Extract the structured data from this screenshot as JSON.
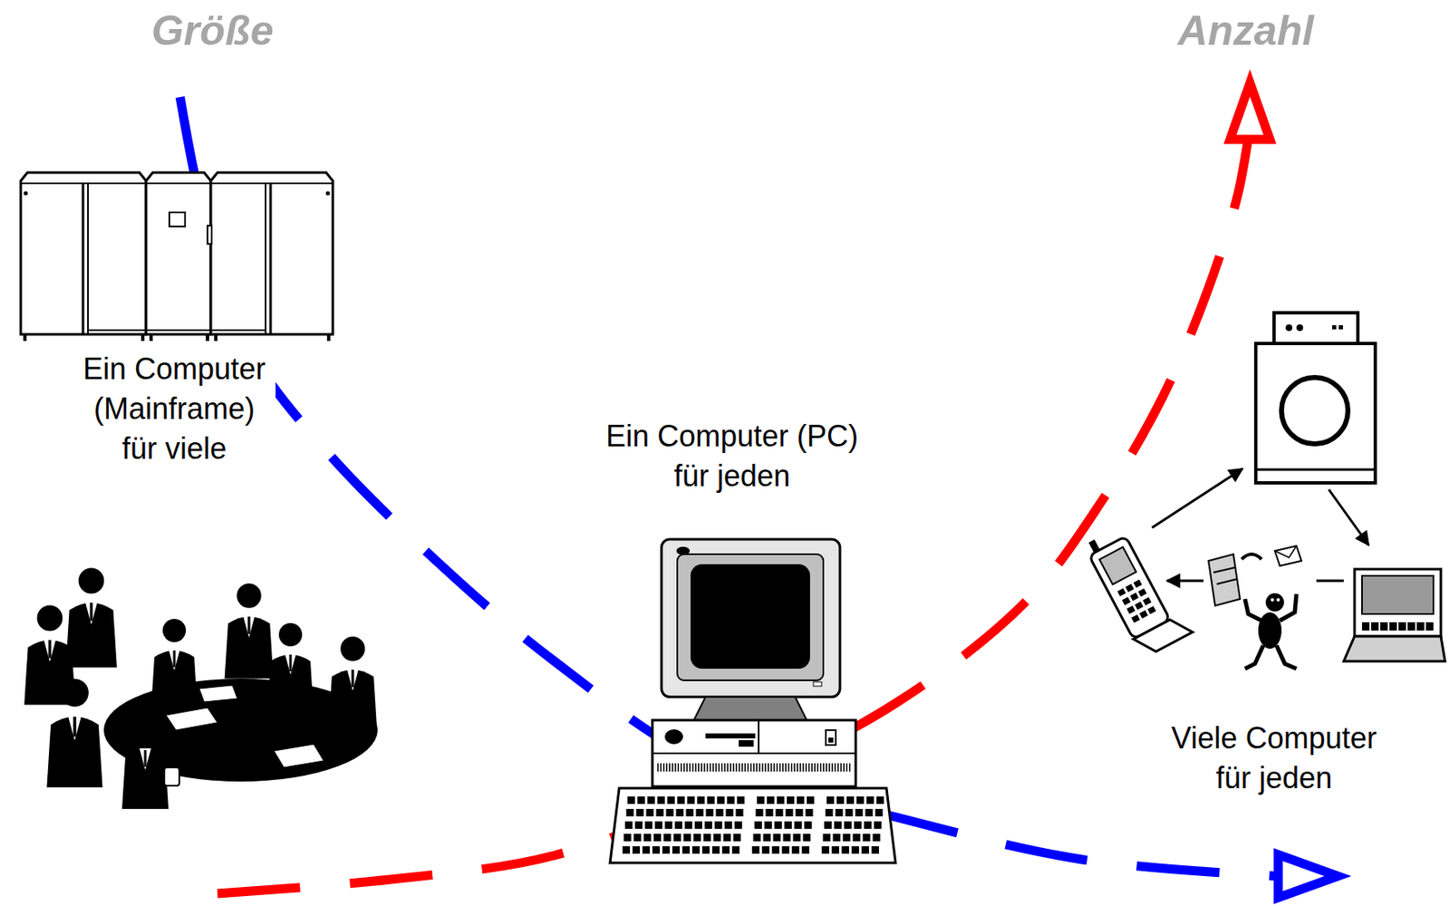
{
  "diagram": {
    "nodes": [
      {
        "text": [
          "Ein Computer (Mainframe) für viele"
        ]
      },
      {
        "text": [
          "Ein Computer (PC) für jeden"
        ]
      },
      {
        "text": [
          "Viele Computer für jeden"
        ]
      }
    ],
    "labels": [
      "Größe",
      "Anzahl"
    ]
  }
}
